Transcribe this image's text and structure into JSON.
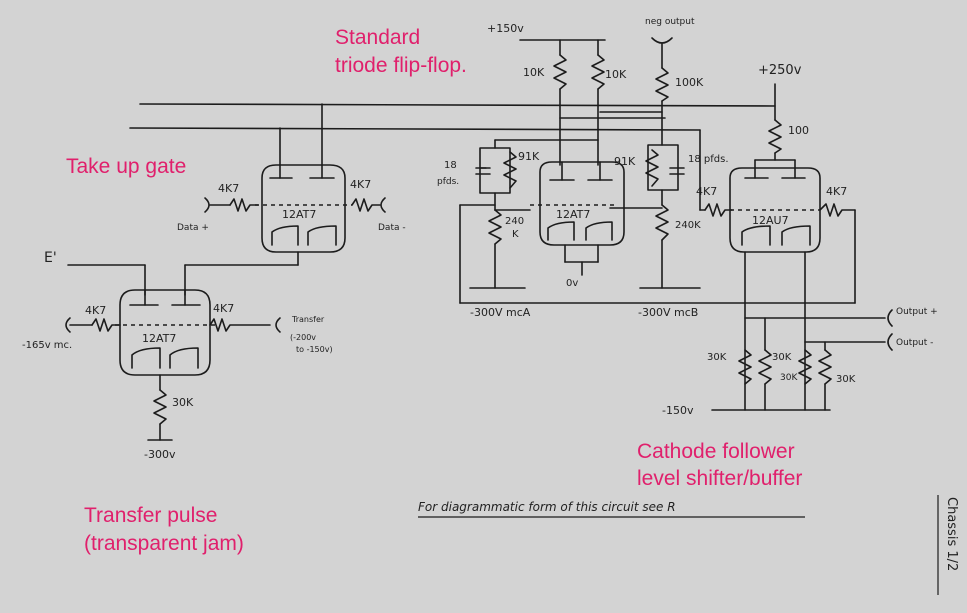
{
  "annotations": {
    "standard_line1": "Standard",
    "standard_line2": "triode flip-flop.",
    "take_up_gate": "Take up gate",
    "transfer_line1": "Transfer pulse",
    "transfer_line2": "(transparent jam)",
    "cathode_line1": "Cathode follower",
    "cathode_line2": "level shifter/buffer"
  },
  "labels": {
    "plus150_top": "+150v",
    "plus250": "+250v",
    "output_top": "neg output",
    "r10k_left": "10K",
    "r10k_right": "10K",
    "r100k": "100K",
    "r100": "100",
    "r18_left": "18",
    "r18_left_unit": "pfds.",
    "r91k_left": "91K",
    "r91k_right": "91K",
    "r18_right": "18 pfds.",
    "r240k_left": "240",
    "r240k_left_unit": "K",
    "r240k_right": "240K",
    "tube_ff": "12AT7",
    "tube_gate": "12AT7",
    "tube_transfer": "12AT7",
    "tube_buffer": "12AU7",
    "gate_4k7_left": "4K7",
    "gate_4k7_right": "4K7",
    "data_plus": "Data +",
    "data_minus": "Data -",
    "e_prime": "E'",
    "tr_4k7_left": "4K7",
    "tr_4k7_right": "4K7",
    "neg165": "-165v mc.",
    "transfer_in": "Transfer",
    "transfer_range1": "(-200v",
    "transfer_range2": "to -150v)",
    "r30k_transfer": "30K",
    "neg300": "-300v",
    "ov": "0v",
    "neg300_a": "-300V mcA",
    "neg300_b": "-300V mcB",
    "buf_4k7_left": "4K7",
    "buf_4k7_right": "4K7",
    "output_plus": "Output +",
    "output_minus": "Output -",
    "r30k_a": "30K",
    "r30k_b": "30K",
    "r30k_c": "30K",
    "r30k_d": "30K",
    "neg150": "-150v",
    "footnote": "For diagrammatic form of this circuit see R",
    "chassis": "Chassis 1/2"
  }
}
